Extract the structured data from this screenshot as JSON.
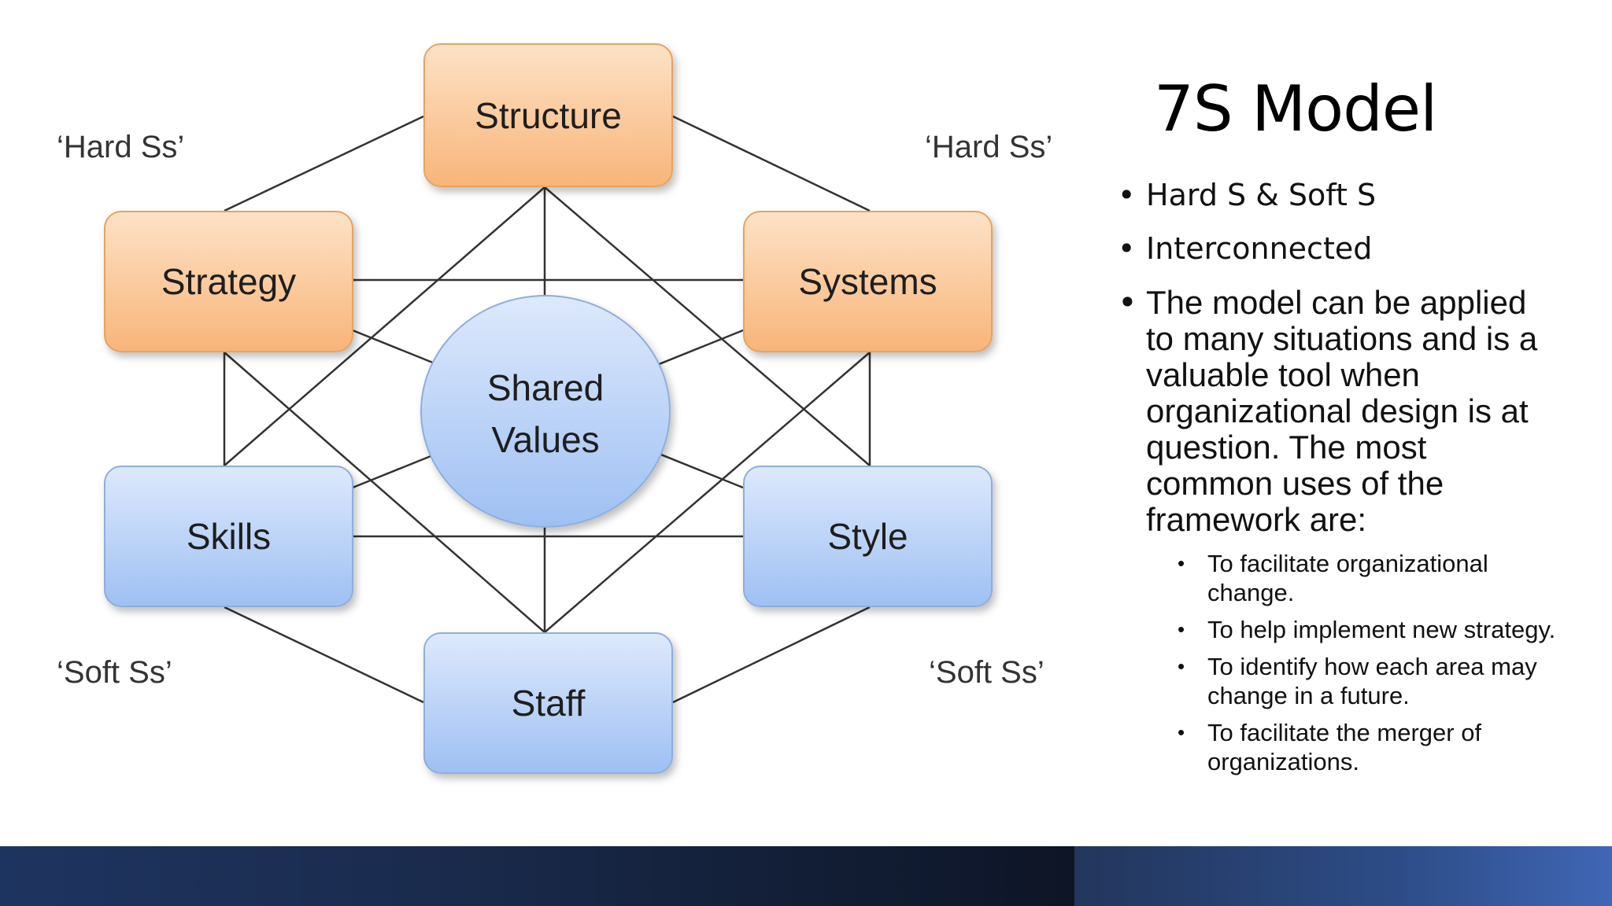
{
  "diagram": {
    "nodes": {
      "structure": "Structure",
      "strategy": "Strategy",
      "systems": "Systems",
      "shared_values_line1": "Shared",
      "shared_values_line2": "Values",
      "skills": "Skills",
      "style": "Style",
      "staff": "Staff"
    },
    "labels": {
      "hard_left": "‘Hard Ss’",
      "hard_right": "‘Hard Ss’",
      "soft_left": "‘Soft Ss’",
      "soft_right": "‘Soft Ss’"
    },
    "colors": {
      "hard_fill": "#f8b57a",
      "soft_fill": "#9fc0f3",
      "connector": "#333333"
    }
  },
  "slide": {
    "title": "7S Model",
    "bullets": {
      "b1": "Hard S & Soft S",
      "b2": "Interconnected",
      "b3": "The model can be applied to many situations and is a valuable tool when organizational design is at question. The most common uses of the framework are:"
    },
    "sub_bullets": [
      "To facilitate organizational change.",
      "To help implement new strategy.",
      "To identify how each area may change in a future.",
      "To facilitate the merger of organizations."
    ]
  }
}
